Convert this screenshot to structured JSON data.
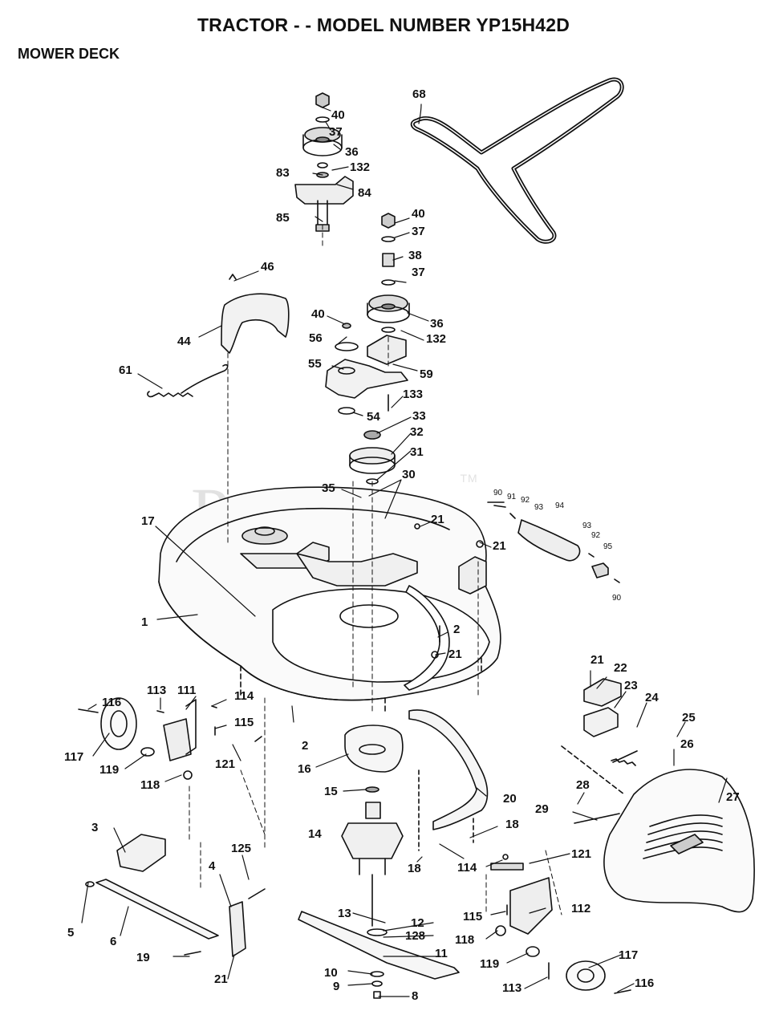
{
  "header": {
    "title": "TRACTOR - - MODEL NUMBER YP15H42D",
    "subtitle": "MOWER DECK"
  },
  "watermark": {
    "text": "PartsTree",
    "mark": "TM"
  },
  "callouts": [
    "40",
    "37",
    "36",
    "132",
    "83",
    "84",
    "85",
    "68",
    "40",
    "37",
    "38",
    "37",
    "36",
    "132",
    "46",
    "44",
    "40",
    "56",
    "55",
    "59",
    "133",
    "61",
    "54",
    "33",
    "32",
    "31",
    "35",
    "30",
    "90",
    "91",
    "92",
    "93",
    "94",
    "21",
    "21",
    "93",
    "92",
    "95",
    "90",
    "17",
    "1",
    "2",
    "21",
    "21",
    "22",
    "23",
    "24",
    "25",
    "26",
    "116",
    "113",
    "111",
    "114",
    "115",
    "2",
    "117",
    "119",
    "121",
    "118",
    "16",
    "15",
    "20",
    "28",
    "29",
    "27",
    "14",
    "18",
    "18",
    "3",
    "125",
    "4",
    "5",
    "6",
    "13",
    "12",
    "128",
    "11",
    "114",
    "121",
    "115",
    "112",
    "118",
    "119",
    "117",
    "10",
    "9",
    "8",
    "19",
    "21",
    "113",
    "116"
  ]
}
